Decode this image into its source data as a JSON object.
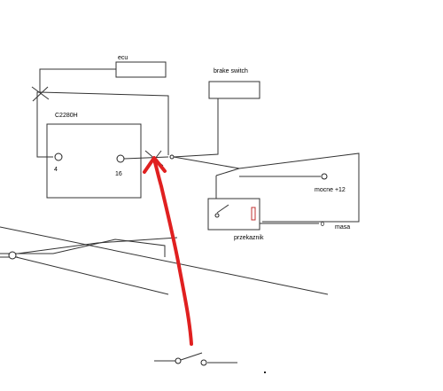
{
  "labels": {
    "ecu": "ecu",
    "brake_switch": "brake switch",
    "module": "C2280H",
    "pin_4": "4",
    "pin_16": "16",
    "power": "mocne +12",
    "relay": "przekaznik",
    "ground_pin": "0",
    "ground": "masa"
  },
  "colors": {
    "line": "#333333",
    "annotation": "#e02020",
    "background": "#ffffff"
  }
}
